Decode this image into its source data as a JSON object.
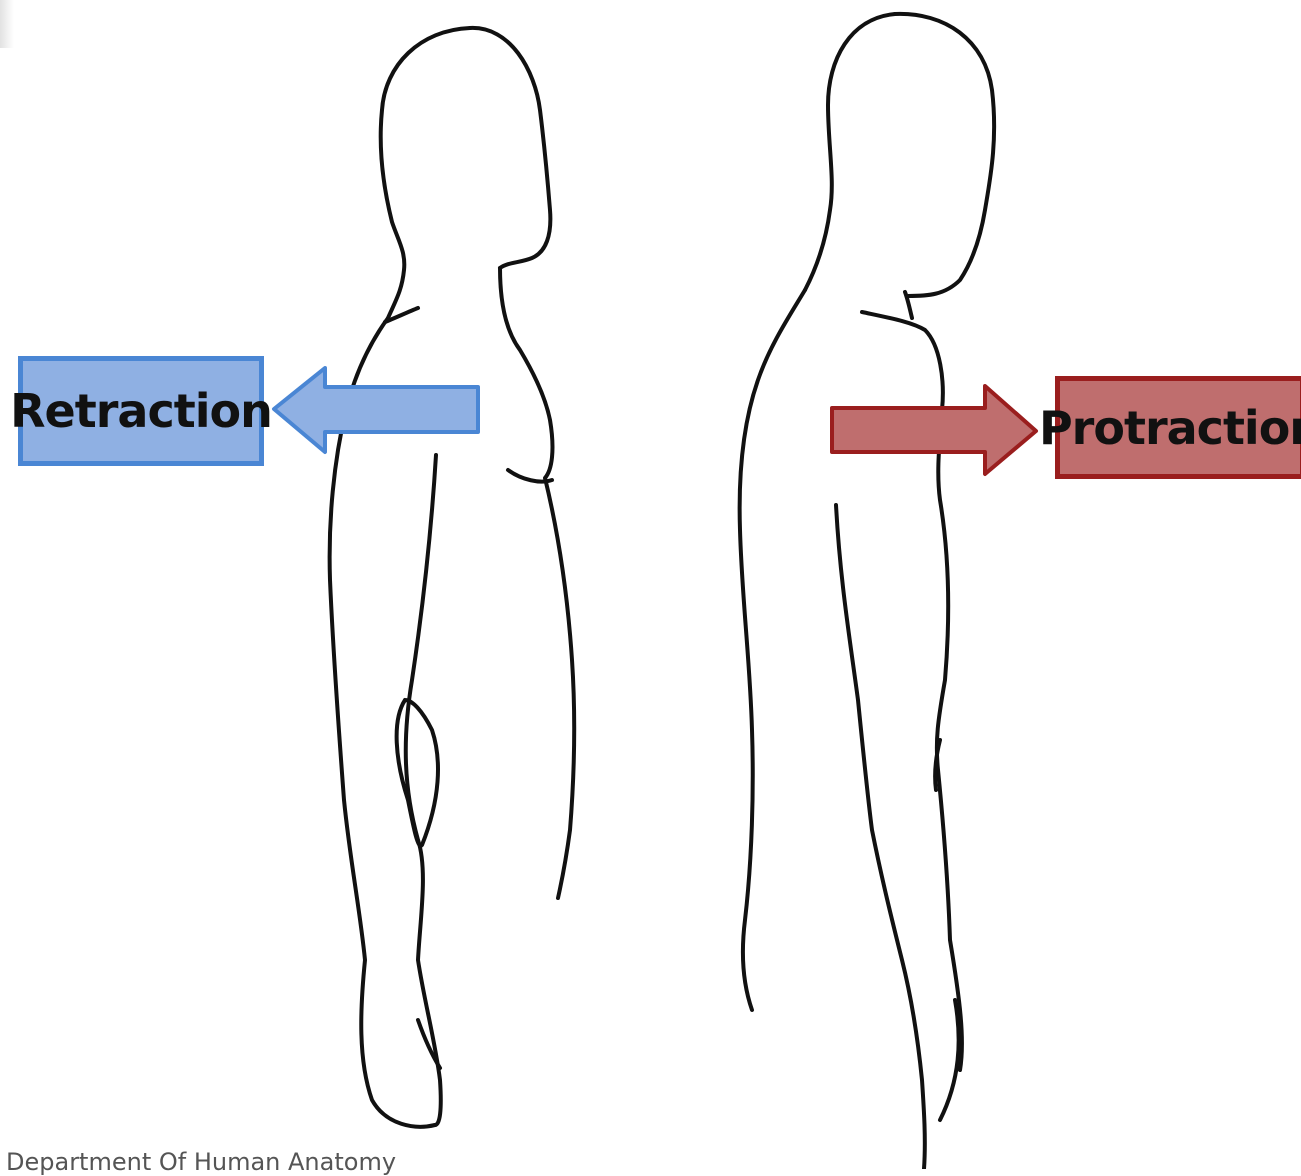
{
  "diagram": {
    "labels": {
      "retraction": "Retraction",
      "protraction": "Protraction"
    },
    "footer": "Department Of Human Anatomy",
    "colors": {
      "retraction_fill": "#8fb0e3",
      "retraction_stroke": "#4a86d4",
      "protraction_fill": "#bf6e6e",
      "protraction_stroke": "#9a1e1e",
      "outline": "#111111"
    }
  }
}
